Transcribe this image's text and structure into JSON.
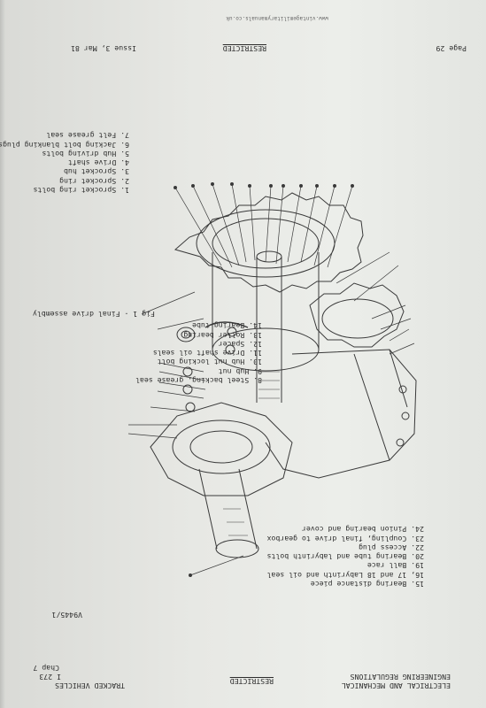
{
  "website": "www.vintagemilitarymanuals.co.uk",
  "header": {
    "issue": "Issue 3, Mar 81",
    "classification": "RESTRICTED",
    "page": "Page 29"
  },
  "footer": {
    "publication_line1": "ELECTRICAL AND MECHANICAL",
    "publication_line2": "ENGINEERING REGULATIONS",
    "classification": "RESTRICTED",
    "category": "TRACKED VEHICLES",
    "reference": "I 273",
    "chapter": "Chap 7"
  },
  "figure": {
    "drawing_number": "V9445/1",
    "caption": "Fig 1 - Final drive assembly"
  },
  "parts": {
    "col1": [
      "1. Sprocket ring bolts",
      "2. Sprocket ring",
      "3. Sprocket hub",
      "4. Drive shaft",
      "5. Hub driving bolts",
      "6. Jacking bolt blanking plugs",
      "7. Felt grease seal"
    ],
    "col2": [
      "8. Steel backing, grease seal",
      "9. Hub nut",
      "10. Hub nut locking bolt",
      "11. Drive shaft oil seals",
      "12. Spacer",
      "13. Roller bearing",
      "14. Bearing tube"
    ],
    "col3": [
      "15. Bearing distance piece",
      "16, 17 and 18 Labyrinth and oil seal",
      "19. Ball race",
      "20. Bearing tube and labyrinth bolts",
      "22. Access plug",
      "23. Coupling, final drive to gearbox",
      "24. Pinion bearing and cover"
    ]
  },
  "colors": {
    "paper": "#e7e8e4",
    "ink": "#2c2c2c",
    "drawing_line": "#3a3a3a"
  }
}
